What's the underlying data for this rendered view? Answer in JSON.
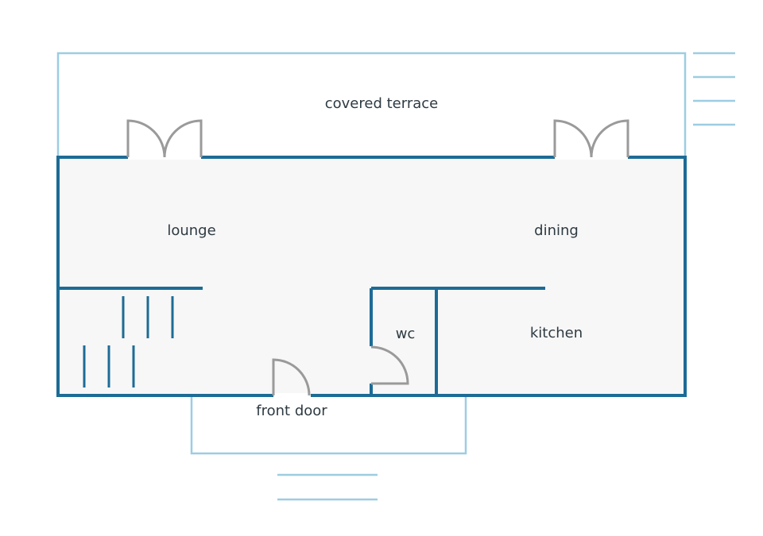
{
  "colors": {
    "outer_outline": "#9dcde2",
    "wall": "#1d6b96",
    "door": "#9a9a9a",
    "floor": "#f7f7f7",
    "label": "#2e3a42"
  },
  "labels": {
    "terrace": "covered terrace",
    "lounge": "lounge",
    "dining": "dining",
    "wc": "wc",
    "kitchen": "kitchen",
    "front_door": "front door"
  }
}
